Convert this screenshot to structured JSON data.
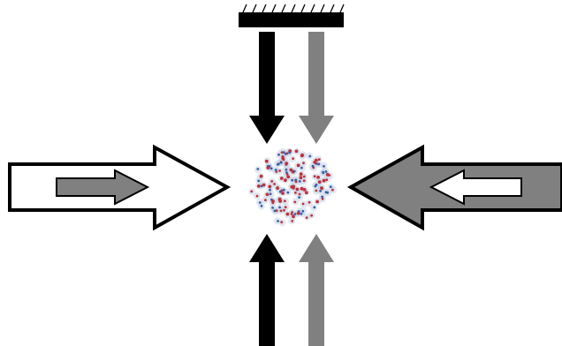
{
  "colors": {
    "black": "#000000",
    "white": "#ffffff",
    "gray": "#808080",
    "particle_halo": "#c9d6e6",
    "particle_red": "#c0303a",
    "particle_blue": "#3b5ea8"
  },
  "elements": {
    "fixed_support": {
      "icon": "hatched-ground-support"
    },
    "arrows": [
      {
        "id": "left-outer",
        "style": "outline",
        "direction": "right",
        "fill": "white"
      },
      {
        "id": "left-inner",
        "style": "filled",
        "direction": "right",
        "fill": "gray"
      },
      {
        "id": "right-outer",
        "style": "filled",
        "direction": "left",
        "fill": "gray"
      },
      {
        "id": "right-inner",
        "style": "outline",
        "direction": "left",
        "fill": "white"
      },
      {
        "id": "top-black",
        "style": "filled",
        "direction": "down",
        "fill": "black"
      },
      {
        "id": "top-gray",
        "style": "filled",
        "direction": "down",
        "fill": "gray"
      },
      {
        "id": "bottom-black",
        "style": "filled",
        "direction": "up",
        "fill": "black"
      },
      {
        "id": "bottom-gray",
        "style": "filled",
        "direction": "up",
        "fill": "gray"
      }
    ],
    "particle_cluster": {
      "icon": "molecular-cluster",
      "colors": [
        "red",
        "blue"
      ]
    }
  }
}
